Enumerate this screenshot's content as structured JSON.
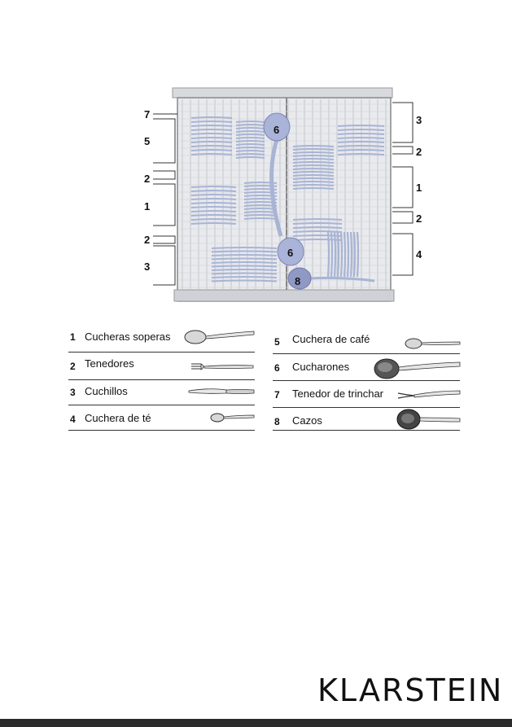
{
  "diagram": {
    "callouts_left": [
      "7",
      "5",
      "2",
      "1",
      "2",
      "3"
    ],
    "callouts_right": [
      "3",
      "2",
      "1",
      "2",
      "4"
    ],
    "bubbles": [
      "6",
      "6",
      "8"
    ]
  },
  "legend": {
    "left": [
      {
        "number": "1",
        "label": "Cucheras soperas",
        "icon": "tablespoon-icon"
      },
      {
        "number": "2",
        "label": "Tenedores",
        "icon": "fork-icon"
      },
      {
        "number": "3",
        "label": "Cuchillos",
        "icon": "knife-icon"
      },
      {
        "number": "4",
        "label": "Cuchera de té",
        "icon": "teaspoon-icon"
      }
    ],
    "right": [
      {
        "number": "5",
        "label": "Cuchera de café",
        "icon": "coffee-spoon-icon"
      },
      {
        "number": "6",
        "label": "Cucharones",
        "icon": "serving-spoon-icon"
      },
      {
        "number": "7",
        "label": "Tenedor de trinchar",
        "icon": "carving-fork-icon"
      },
      {
        "number": "8",
        "label": "Cazos",
        "icon": "ladle-icon"
      }
    ]
  },
  "brand": {
    "logo_text": "KLARSTEIN"
  },
  "colors": {
    "rack": "#c9cbd0",
    "cutlery": "#a8b4d4",
    "bubble": "#aab3d8",
    "bar": "#2b2b2b"
  }
}
